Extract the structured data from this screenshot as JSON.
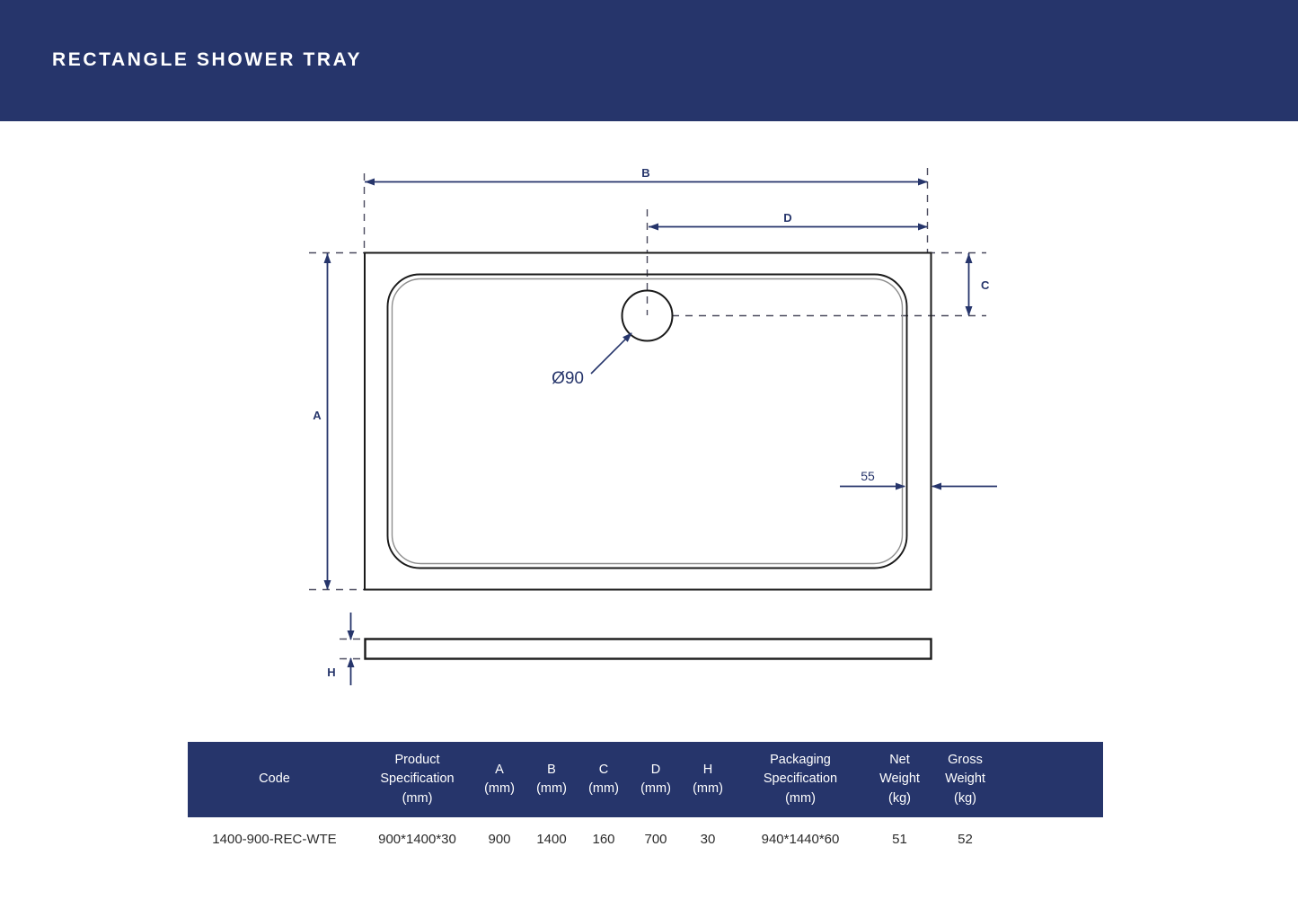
{
  "header": {
    "title": "RECTANGLE SHOWER TRAY",
    "background_color": "#26356b",
    "text_color": "#ffffff"
  },
  "drawing": {
    "dimension_labels": {
      "a": "A",
      "b": "B",
      "c": "C",
      "d": "D",
      "h": "H"
    },
    "annotations": {
      "drain_diameter": "Ø90",
      "lip_width": "55"
    },
    "line_color": "#26356b",
    "outline_color": "#1a1a1a"
  },
  "table": {
    "header_background": "#26356b",
    "columns": [
      {
        "label": "Code",
        "key": "code"
      },
      {
        "label": "Product\nSpecification\n(mm)",
        "key": "product_specification"
      },
      {
        "label": "A\n(mm)",
        "key": "a"
      },
      {
        "label": "B\n(mm)",
        "key": "b"
      },
      {
        "label": "C\n(mm)",
        "key": "c"
      },
      {
        "label": "D\n(mm)",
        "key": "d"
      },
      {
        "label": "H\n(mm)",
        "key": "h"
      },
      {
        "label": "Packaging\nSpecification\n(mm)",
        "key": "packaging_specification"
      },
      {
        "label": "Net\nWeight\n(kg)",
        "key": "net_weight"
      },
      {
        "label": "Gross\nWeight\n(kg)",
        "key": "gross_weight"
      }
    ],
    "header_cells": {
      "code": "Code",
      "product_specification_l1": "Product",
      "product_specification_l2": "Specification",
      "product_specification_l3": "(mm)",
      "a_l1": "A",
      "a_l2": "(mm)",
      "b_l1": "B",
      "b_l2": "(mm)",
      "c_l1": "C",
      "c_l2": "(mm)",
      "d_l1": "D",
      "d_l2": "(mm)",
      "h_l1": "H",
      "h_l2": "(mm)",
      "packaging_l1": "Packaging",
      "packaging_l2": "Specification",
      "packaging_l3": "(mm)",
      "net_l1": "Net",
      "net_l2": "Weight",
      "net_l3": "(kg)",
      "gross_l1": "Gross",
      "gross_l2": "Weight",
      "gross_l3": "(kg)"
    },
    "rows": [
      {
        "code": "1400-900-REC-WTE",
        "product_specification": "900*1400*30",
        "a": "900",
        "b": "1400",
        "c": "160",
        "d": "700",
        "h": "30",
        "packaging_specification": "940*1440*60",
        "net_weight": "51",
        "gross_weight": "52"
      }
    ]
  }
}
